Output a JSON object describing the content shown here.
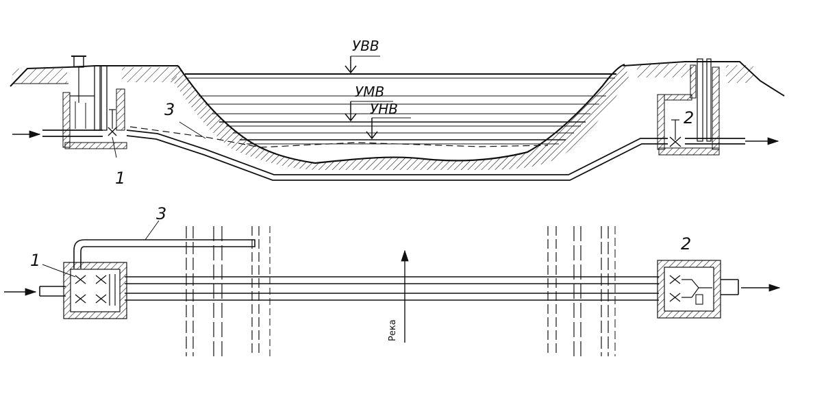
{
  "section": {
    "water_levels": {
      "high": "УВВ",
      "mid": "УМВ",
      "low": "УНВ"
    },
    "callouts": {
      "inlet_chamber": "1",
      "outlet_chamber": "2",
      "pipeline": "3"
    }
  },
  "plan": {
    "callouts": {
      "inlet_chamber": "1",
      "outlet_chamber": "2",
      "bypass_line": "3"
    },
    "river_label": "Река"
  },
  "colors": {
    "ink": "#111111",
    "paper": "#ffffff"
  }
}
